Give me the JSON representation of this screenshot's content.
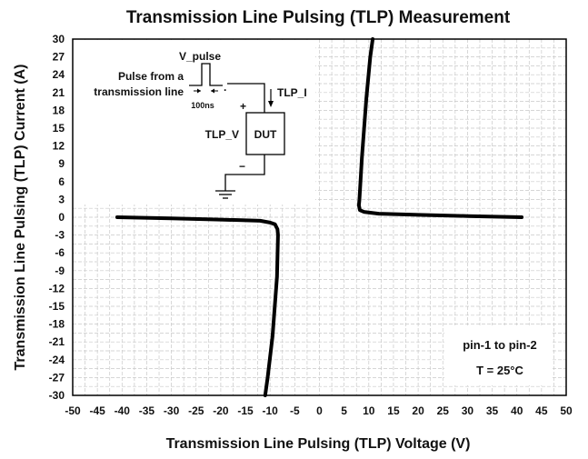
{
  "chart_data": {
    "type": "line",
    "title": "Transmission Line Pulsing (TLP) Measurement",
    "xlabel": "Transmission Line Pulsing (TLP) Voltage (V)",
    "ylabel": "Transmission Line Pulsing (TLP) Current (A)",
    "xlim": [
      -50,
      50
    ],
    "ylim": [
      -30,
      30
    ],
    "xticks": [
      -50,
      -45,
      -40,
      -35,
      -30,
      -25,
      -20,
      -15,
      -10,
      -5,
      0,
      5,
      10,
      15,
      20,
      25,
      30,
      35,
      40,
      45,
      50
    ],
    "yticks": [
      30,
      27,
      24,
      21,
      18,
      15,
      12,
      9,
      6,
      3,
      0,
      -3,
      -6,
      -9,
      -12,
      -15,
      -18,
      -21,
      -24,
      -27,
      -30
    ],
    "grid": true,
    "series": [
      {
        "x": [
          -41,
          -30,
          -20,
          -12,
          -10,
          -9,
          -8.5,
          -8.4,
          -8.6,
          -9.5,
          -10.5,
          -11
        ],
        "y": [
          0,
          -0.2,
          -0.4,
          -0.6,
          -0.9,
          -1.2,
          -2,
          -3,
          -10,
          -20,
          -27,
          -30
        ]
      },
      {
        "x": [
          41,
          30,
          20,
          12,
          9,
          8.2,
          8.0,
          8.1,
          8.6,
          9.5,
          10.3,
          10.8
        ],
        "y": [
          0,
          0.2,
          0.4,
          0.6,
          0.9,
          1.2,
          2,
          3,
          10,
          20,
          27,
          30
        ]
      }
    ],
    "annotations": [
      "pin-1 to pin-2",
      "T = 25°C"
    ]
  },
  "inset": {
    "v_pulse": "V_pulse",
    "pulse_from": "Pulse from a",
    "transmission_line": "transmission line",
    "duration": "100ns",
    "tlp_i": "TLP_I",
    "tlp_v": "TLP_V",
    "dut": "DUT",
    "plus": "+",
    "minus": "−"
  },
  "colors": {
    "curve": "#000000",
    "grid": "#c8c8c8",
    "axis": "#000000"
  }
}
